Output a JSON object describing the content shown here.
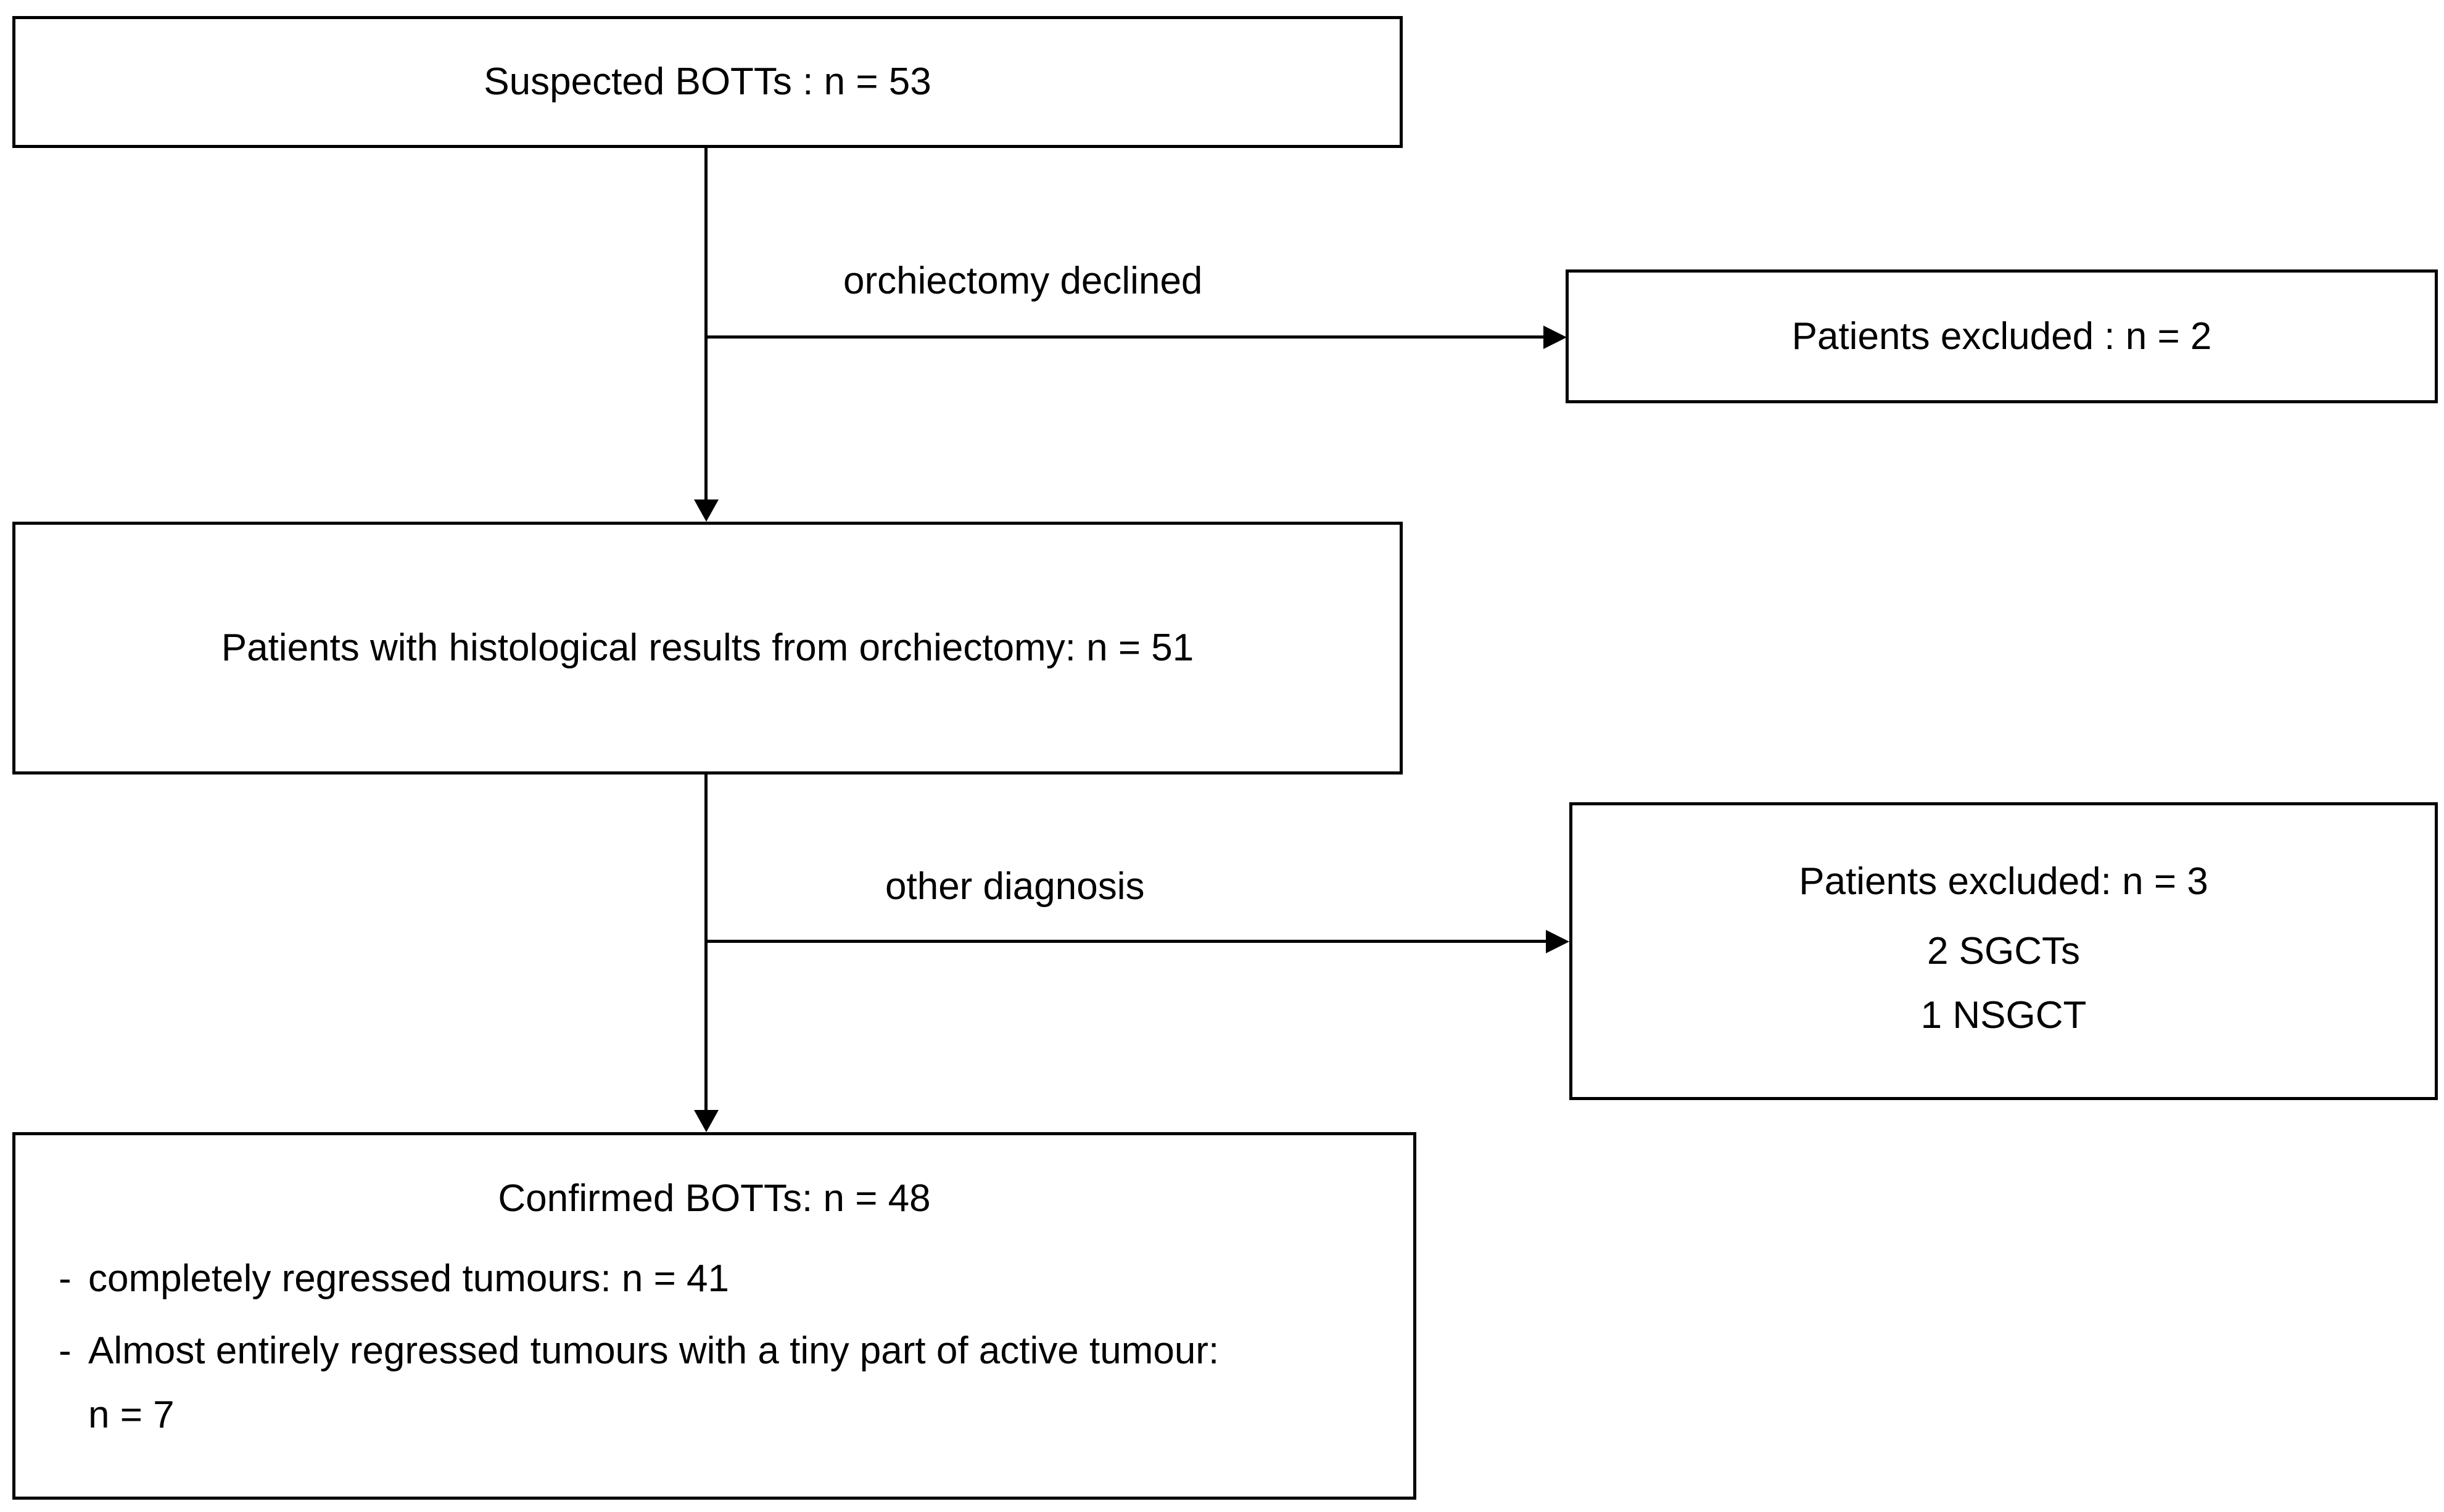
{
  "diagram": {
    "type": "flowchart",
    "background_color": "#ffffff",
    "line_color": "#000000",
    "text_color": "#000000",
    "nodes": {
      "suspected": {
        "label": "Suspected BOTTs : n = 53"
      },
      "excluded_orchiectomy": {
        "label": "Patients excluded : n = 2"
      },
      "histology": {
        "label": "Patients with histological results from orchiectomy: n = 51"
      },
      "excluded_diagnosis": {
        "title": "Patients excluded: n = 3",
        "items": [
          "2 SGCTs",
          "1 NSGCT"
        ]
      },
      "confirmed": {
        "title": "Confirmed BOTTs: n = 48",
        "bullet_marker": "-",
        "bullets": [
          {
            "lines": [
              "completely regressed tumours: n = 41"
            ]
          },
          {
            "lines": [
              "Almost entirely regressed tumours with a tiny part of active tumour:",
              "n = 7"
            ]
          }
        ]
      }
    },
    "edges": {
      "declined": {
        "label": "orchiectomy declined"
      },
      "other": {
        "label": "other diagnosis"
      }
    }
  }
}
